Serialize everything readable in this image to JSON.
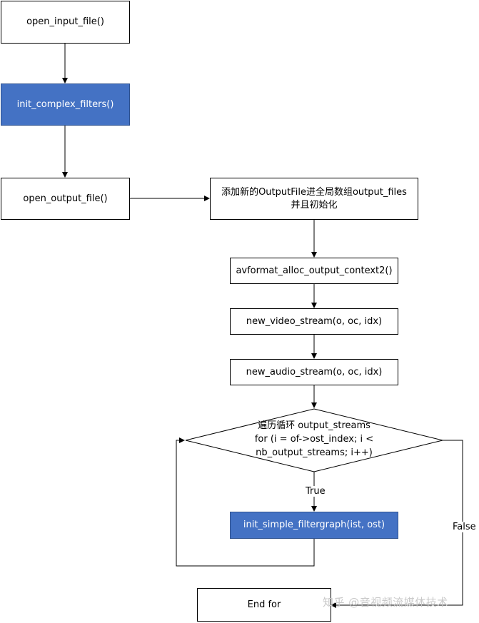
{
  "nodes": {
    "open_input_file": "open_input_file()",
    "init_complex_filters": "init_complex_filters()",
    "open_output_file": "open_output_file()",
    "add_output_file": "添加新的OutputFile进全局数组output_files 并且初始化",
    "avformat_alloc": "avformat_alloc_output_context2()",
    "new_video_stream": "new_video_stream(o, oc, idx)",
    "new_audio_stream": "new_audio_stream(o, oc, idx)",
    "loop_title": "遍历循环 output_streams",
    "loop_condition": "for (i = of->ost_index; i < nb_output_streams; i++)",
    "init_simple_filtergraph": "init_simple_filtergraph(ist, ost)",
    "end_for": "End for"
  },
  "edge_labels": {
    "true_label": "True",
    "false_label": "False"
  },
  "watermark": "知乎 @音视频流媒体技术",
  "colors": {
    "highlight_fill": "#4472c4",
    "line": "#000000"
  }
}
